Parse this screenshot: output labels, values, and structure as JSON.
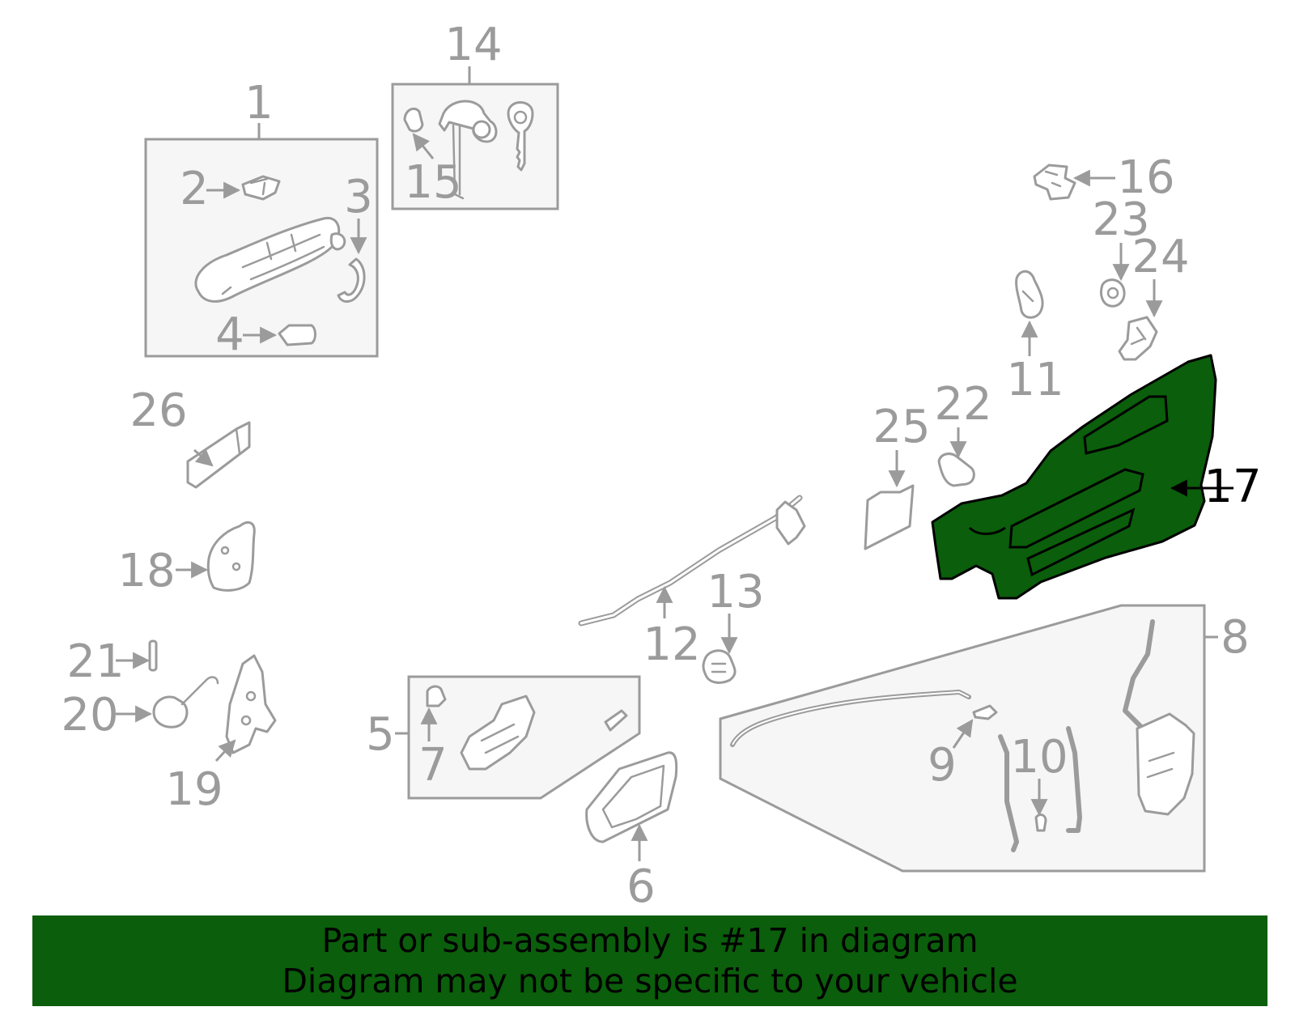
{
  "diagram": {
    "callouts": [
      "1",
      "2",
      "3",
      "4",
      "5",
      "6",
      "7",
      "8",
      "9",
      "10",
      "11",
      "12",
      "13",
      "14",
      "15",
      "16",
      "17",
      "18",
      "19",
      "20",
      "21",
      "22",
      "23",
      "24",
      "25",
      "26"
    ],
    "highlighted_callout": "17",
    "highlight_color": "#0b5e0b",
    "line_color": "#9b9b9b"
  },
  "banner": {
    "line1": "Part or sub-assembly is #17 in diagram",
    "line2": "Diagram may not be specific to your vehicle",
    "background": "#0b5e0b"
  }
}
